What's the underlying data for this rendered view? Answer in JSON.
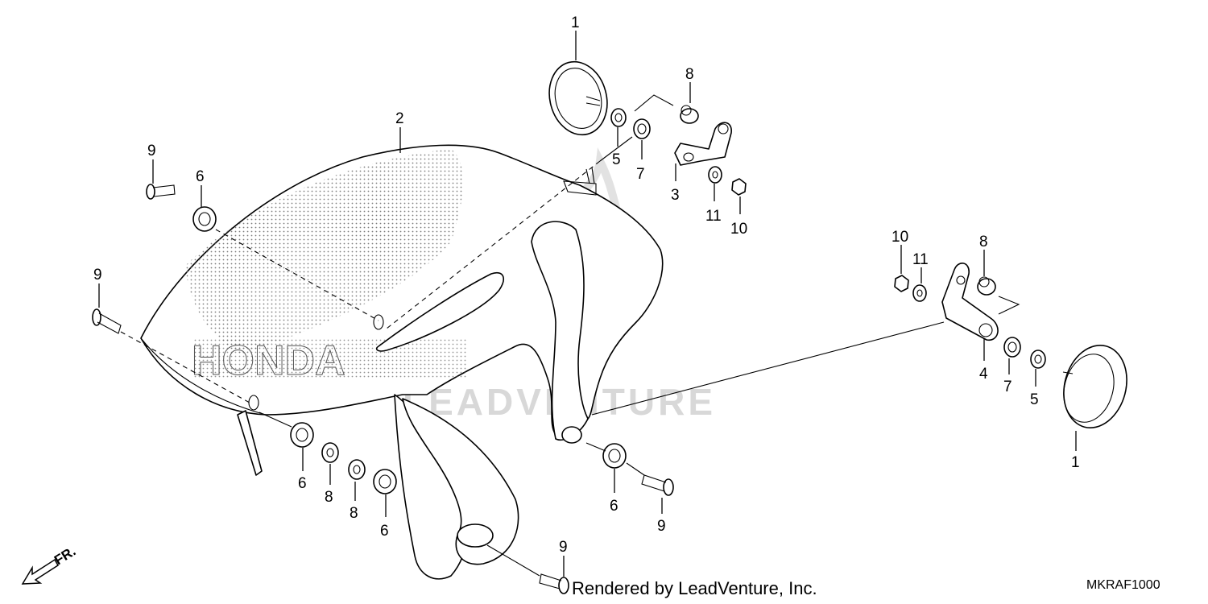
{
  "credit": "Rendered by LeadVenture, Inc.",
  "diagram_code": "MKRAF1000",
  "front_indicator": "FR.",
  "watermark": "LEADVENTURE",
  "brand_text": "HONDA",
  "callouts": {
    "c1_top": "1",
    "c1_right": "1",
    "c2": "2",
    "c3": "3",
    "c4": "4",
    "c5_top": "5",
    "c5_right": "5",
    "c6_top": "6",
    "c6_bl": "6",
    "c6_mid": "6",
    "c6_br": "6",
    "c7_top": "7",
    "c7_right": "7",
    "c8_top": "8",
    "c8_right": "8",
    "c8_bl": "8",
    "c8_mid": "8",
    "c9_tl": "9",
    "c9_l": "9",
    "c9_br": "9",
    "c9_bottom": "9",
    "c10_top": "10",
    "c10_right": "10",
    "c11_top": "11",
    "c11_right": "11"
  }
}
